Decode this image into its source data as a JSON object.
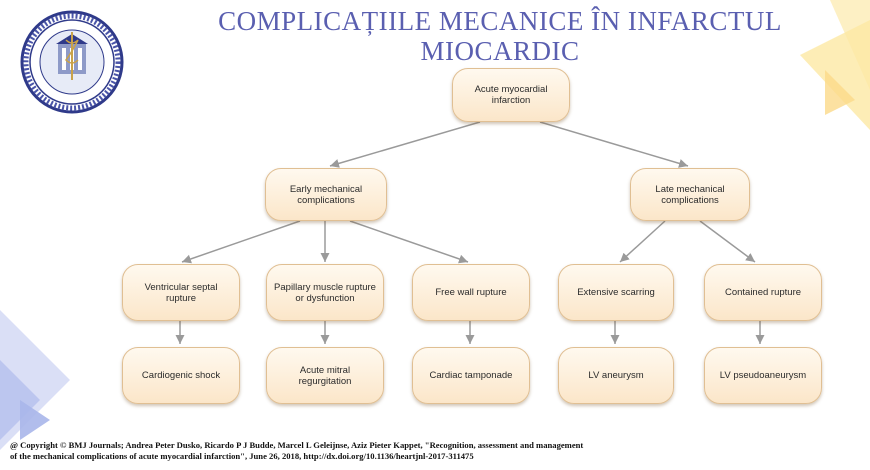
{
  "title": {
    "line1": "COMPLICAȚIILE MECANICE ÎN INFARCTUL",
    "line2": "MIOCARDIC"
  },
  "logo": {
    "icon": "university-seal-icon"
  },
  "diagram": {
    "root": "Acute myocardial infarction",
    "early": "Early mechanical complications",
    "late": "Late mechanical complications",
    "early_children": [
      "Ventricular septal rupture",
      "Papillary muscle rupture or dysfunction",
      "Free wall rupture"
    ],
    "late_children": [
      "Extensive scarring",
      "Contained rupture"
    ],
    "outcomes": [
      "Cardiogenic shock",
      "Acute mitral regurgitation",
      "Cardiac tamponade",
      "LV aneurysm",
      "LV pseudoaneurysm"
    ]
  },
  "caption": {
    "line1": "@ Copyright © BMJ Journals; Andrea Peter Dusko, Ricardo P J Budde, Marcel L Geleijnse, Aziz Pieter Kappet, \"Recognition, assessment and management",
    "line2": "of the mechanical complications of acute myocardial infarction\", June 26, 2018, http://dx.doi.org/10.1136/heartjnl-2017-311475"
  },
  "colors": {
    "title": "#5a5fb0",
    "node_fill": "#fbe6c9",
    "node_border": "#e0bf93",
    "edge": "#9a9a9a",
    "deco_yellow": "#fbe9a8",
    "deco_blue": "#c7cff0"
  }
}
